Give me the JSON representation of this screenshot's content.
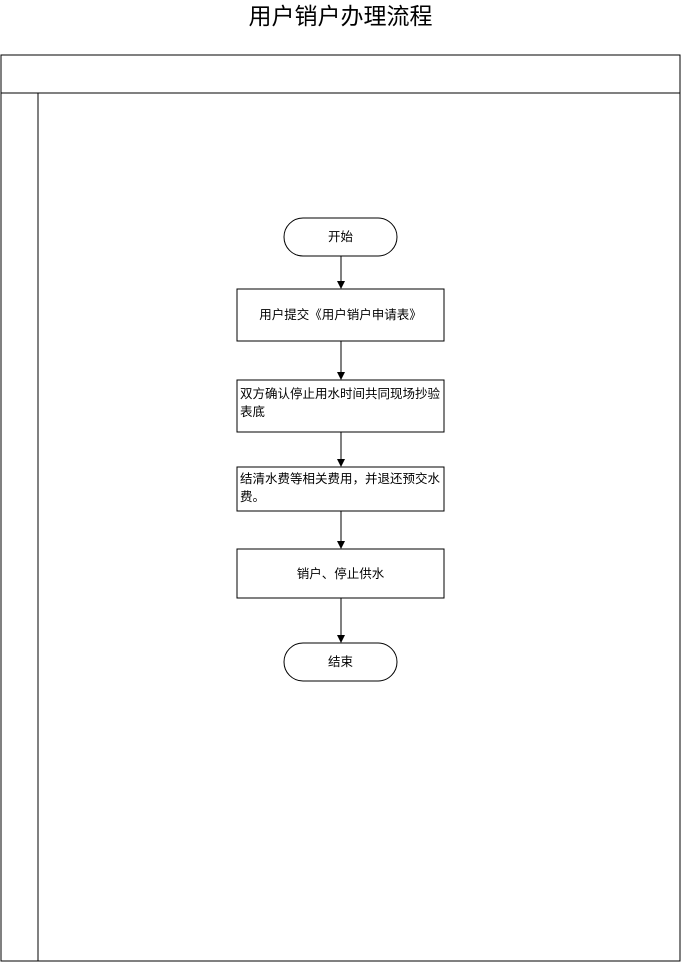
{
  "page": {
    "title": "用户销户办理流程"
  },
  "flow": {
    "start": "开始",
    "steps": [
      "用户提交《用户销户申请表》",
      "双方确认停止用水时间共同现场抄验表底",
      "结清水费等相关费用，并退还预交水费。",
      "销户、停止供水"
    ],
    "end": "结束"
  },
  "colors": {
    "line": "#000000",
    "fill": "#ffffff"
  }
}
